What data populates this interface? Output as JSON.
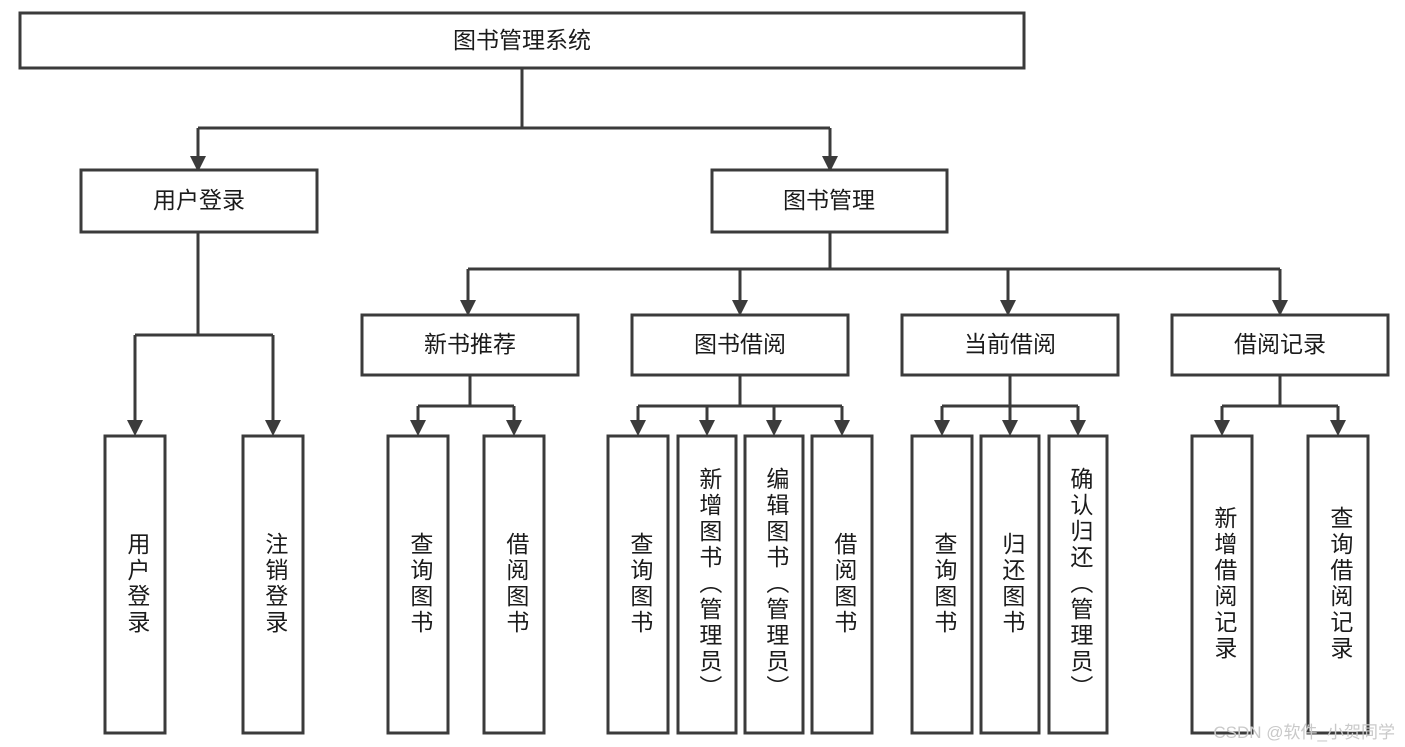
{
  "diagram": {
    "type": "hierarchy-tree",
    "title": "图书管理系统",
    "root": {
      "label": "图书管理系统"
    },
    "level2": [
      {
        "id": "user-login",
        "label": "用户登录"
      },
      {
        "id": "book-management",
        "label": "图书管理"
      }
    ],
    "level3": [
      {
        "id": "new-book-recommend",
        "label": "新书推荐",
        "parent": "book-management"
      },
      {
        "id": "book-borrow",
        "label": "图书借阅",
        "parent": "book-management"
      },
      {
        "id": "current-borrow",
        "label": "当前借阅",
        "parent": "book-management"
      },
      {
        "id": "borrow-record",
        "label": "借阅记录",
        "parent": "book-management"
      }
    ],
    "leaves": [
      {
        "id": "leaf-user-login",
        "label": "用户登录",
        "parent": "user-login"
      },
      {
        "id": "leaf-logout-login",
        "label": "注销登录",
        "parent": "user-login"
      },
      {
        "id": "leaf-query-book-1",
        "label": "查询图书",
        "parent": "new-book-recommend"
      },
      {
        "id": "leaf-borrow-book-1",
        "label": "借阅图书",
        "parent": "new-book-recommend"
      },
      {
        "id": "leaf-query-book-2",
        "label": "查询图书",
        "parent": "book-borrow"
      },
      {
        "id": "leaf-add-book",
        "label": "新增图书（管理员）",
        "parent": "book-borrow"
      },
      {
        "id": "leaf-edit-book",
        "label": "编辑图书（管理员）",
        "parent": "book-borrow"
      },
      {
        "id": "leaf-borrow-book-2",
        "label": "借阅图书",
        "parent": "book-borrow"
      },
      {
        "id": "leaf-query-book-3",
        "label": "查询图书",
        "parent": "current-borrow"
      },
      {
        "id": "leaf-return-book",
        "label": "归还图书",
        "parent": "current-borrow"
      },
      {
        "id": "leaf-confirm-return",
        "label": "确认归还（管理员）",
        "parent": "current-borrow"
      },
      {
        "id": "leaf-add-record",
        "label": "新增借阅记录",
        "parent": "borrow-record"
      },
      {
        "id": "leaf-query-record",
        "label": "查询借阅记录",
        "parent": "borrow-record"
      }
    ],
    "colors": {
      "stroke": "#3b3b3b",
      "fill": "#ffffff",
      "text": "#1b1b1b",
      "watermark": "#c9c9c9"
    }
  },
  "watermark": {
    "text": "CSDN @软件_小贺同学"
  }
}
